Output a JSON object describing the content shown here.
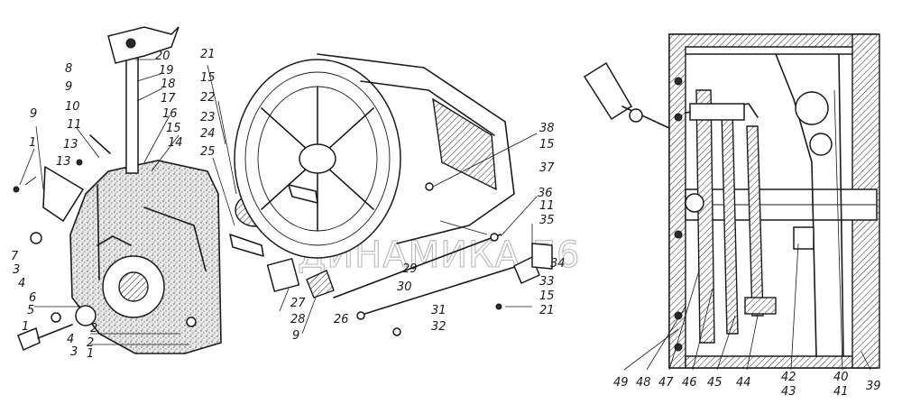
{
  "watermark": "ДИНАМИКА 76",
  "left_callouts": [
    {
      "id": "c1a",
      "text": "1"
    },
    {
      "id": "c2",
      "text": "2"
    },
    {
      "id": "c3",
      "text": "3"
    },
    {
      "id": "c4",
      "text": "4"
    },
    {
      "id": "c5",
      "text": "5"
    },
    {
      "id": "c6",
      "text": "6"
    },
    {
      "id": "c7",
      "text": "7"
    },
    {
      "id": "c3b",
      "text": "3"
    },
    {
      "id": "c4b",
      "text": "4"
    },
    {
      "id": "c8",
      "text": "8"
    },
    {
      "id": "c9a",
      "text": "9"
    },
    {
      "id": "c9b",
      "text": "9"
    },
    {
      "id": "c10",
      "text": "10"
    },
    {
      "id": "c11",
      "text": "11"
    },
    {
      "id": "c13a",
      "text": "13"
    },
    {
      "id": "c13b",
      "text": "13"
    },
    {
      "id": "c1b",
      "text": "1"
    },
    {
      "id": "c14",
      "text": "14"
    },
    {
      "id": "c15a",
      "text": "15"
    },
    {
      "id": "c16",
      "text": "16"
    },
    {
      "id": "c17",
      "text": "17"
    },
    {
      "id": "c18",
      "text": "18"
    },
    {
      "id": "c19",
      "text": "19"
    },
    {
      "id": "c20",
      "text": "20"
    },
    {
      "id": "c2b",
      "text": "2"
    },
    {
      "id": "c1c",
      "text": "1"
    },
    {
      "id": "c9c",
      "text": "9"
    },
    {
      "id": "c21a",
      "text": "21"
    },
    {
      "id": "c15b",
      "text": "15"
    },
    {
      "id": "c22",
      "text": "22"
    },
    {
      "id": "c23",
      "text": "23"
    },
    {
      "id": "c24",
      "text": "24"
    },
    {
      "id": "c25",
      "text": "25"
    },
    {
      "id": "c27",
      "text": "27"
    },
    {
      "id": "c28",
      "text": "28"
    },
    {
      "id": "c26",
      "text": "26"
    },
    {
      "id": "c29",
      "text": "29"
    },
    {
      "id": "c30",
      "text": "30"
    },
    {
      "id": "c31",
      "text": "31"
    },
    {
      "id": "c32",
      "text": "32"
    },
    {
      "id": "c38",
      "text": "38"
    },
    {
      "id": "c15c",
      "text": "15"
    },
    {
      "id": "c37",
      "text": "37"
    },
    {
      "id": "c36",
      "text": "36"
    },
    {
      "id": "c11b",
      "text": "11"
    },
    {
      "id": "c35",
      "text": "35"
    },
    {
      "id": "c34",
      "text": "34"
    },
    {
      "id": "c33",
      "text": "33"
    },
    {
      "id": "c15d",
      "text": "15"
    },
    {
      "id": "c21b",
      "text": "21"
    }
  ],
  "section_callouts": [
    {
      "id": "s49",
      "text": "49"
    },
    {
      "id": "s48",
      "text": "48"
    },
    {
      "id": "s47",
      "text": "47"
    },
    {
      "id": "s46",
      "text": "46"
    },
    {
      "id": "s45",
      "text": "45"
    },
    {
      "id": "s44",
      "text": "44"
    },
    {
      "id": "s42",
      "text": "42"
    },
    {
      "id": "s43",
      "text": "43"
    },
    {
      "id": "s40",
      "text": "40"
    },
    {
      "id": "s41",
      "text": "41"
    },
    {
      "id": "s39",
      "text": "39"
    }
  ]
}
